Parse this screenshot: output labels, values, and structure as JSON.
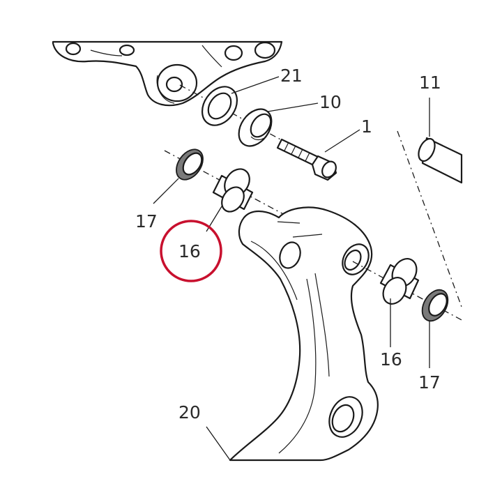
{
  "callouts": {
    "c21": "21",
    "c10": "10",
    "c1": "1",
    "c11": "11",
    "c17_left": "17",
    "c16_left": "16",
    "c16_right": "16",
    "c17_right": "17",
    "c20": "20"
  },
  "highlight": {
    "target": "16",
    "color": "#c8102e"
  }
}
